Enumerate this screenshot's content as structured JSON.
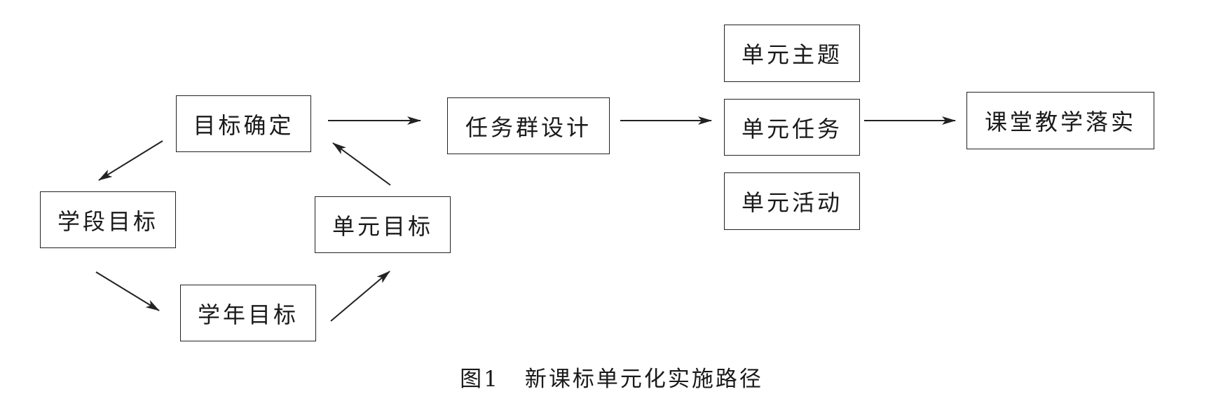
{
  "nodes": {
    "goal_setting": "目标确定",
    "stage_goal": "学段目标",
    "year_goal": "学年目标",
    "unit_goal": "单元目标",
    "task_group_design": "任务群设计",
    "unit_theme": "单元主题",
    "unit_task": "单元任务",
    "unit_activity": "单元活动",
    "classroom_implementation": "课堂教学落实"
  },
  "caption": {
    "figure_number": "图1",
    "title": "新课标单元化实施路径"
  },
  "colors": {
    "line": "#222222",
    "text": "#1a1a1a",
    "background": "#ffffff"
  }
}
